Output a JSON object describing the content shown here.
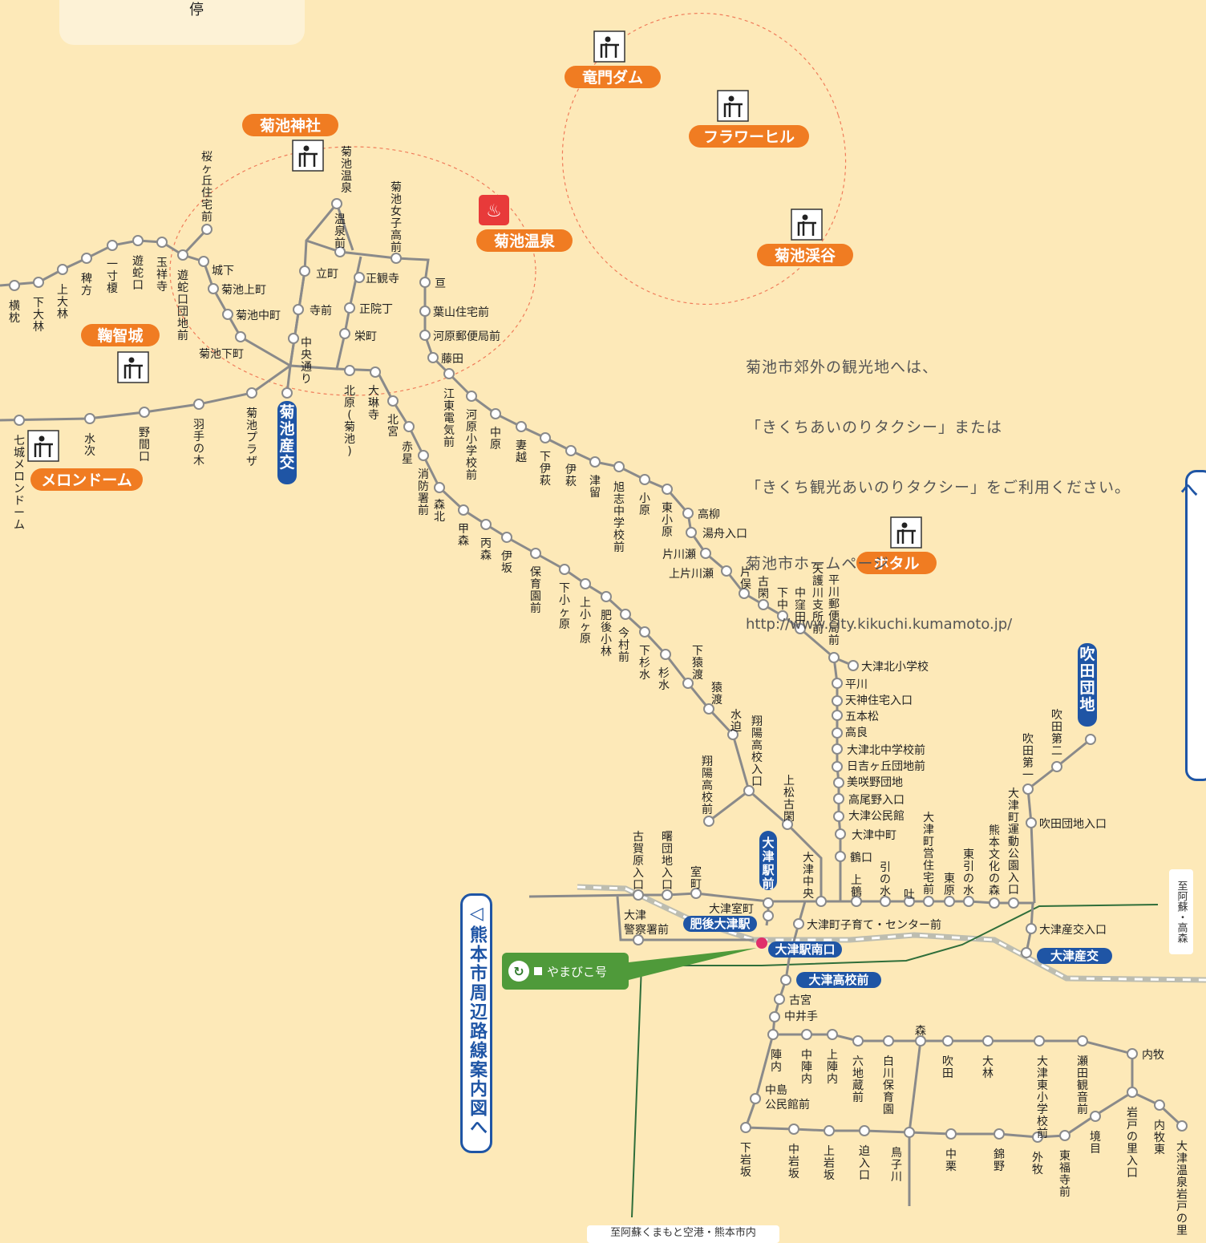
{
  "legend": {
    "text": "エリアの最終バス停"
  },
  "info": {
    "lines": [
      "菊池市郊外の観光地へは、",
      "「きくちあいのりタクシー」または",
      "「きくち観光あいのりタクシー」をご利用ください。"
    ],
    "homepage_label": "菊池市ホームページ",
    "homepage_url": "http://www.city.kikuchi.kumamoto.jp/"
  },
  "nav": {
    "minami_aso": "▷南阿蘇・高森地区路線案内図へ",
    "kumamoto_city": "◁熊本市周辺路線案内図へ"
  },
  "yamabiko": {
    "label": "やまびこ号"
  },
  "to_aso_bottom": "至阿蘇くまもと空港・熊本市内",
  "to_aso_side": "至阿蘇・高森",
  "colors": {
    "background": "#fde9b8",
    "tourist_label": "#f07c22",
    "terminal_label": "#1f55a5",
    "route_line": "#888888",
    "railway_line": "#2f6e3a",
    "yamabiko": "#4f9a3a",
    "stop_fill": "#ffffff",
    "highlight_stop": "#e0306a"
  },
  "tourist_spots": [
    {
      "id": "kikuchi-jinja",
      "name": "菊池神社",
      "icon": "viewpoint-icon"
    },
    {
      "id": "kikuchi-onsen",
      "name": "菊池温泉",
      "icon": "hot-spring-icon"
    },
    {
      "id": "kikuchijo",
      "name": "鞠智城",
      "icon": "viewpoint-icon"
    },
    {
      "id": "melon-dome",
      "name": "メロンドーム",
      "icon": "viewpoint-icon"
    },
    {
      "id": "tatsumon-dam",
      "name": "竜門ダム",
      "icon": "viewpoint-icon"
    },
    {
      "id": "flower-hill",
      "name": "フラワーヒル",
      "icon": "viewpoint-icon"
    },
    {
      "id": "kikuchi-keikoku",
      "name": "菊池渓谷",
      "icon": "viewpoint-icon"
    },
    {
      "id": "hotaru",
      "name": "ホタル",
      "icon": "viewpoint-icon"
    }
  ],
  "terminals": [
    {
      "id": "kikuchi-sanko",
      "name": "菊池産交"
    },
    {
      "id": "ozu-ekimae",
      "name": "大津駅前"
    },
    {
      "id": "higo-ozu-eki",
      "name": "肥後大津駅"
    },
    {
      "id": "ozu-eki-minamiguchi",
      "name": "大津駅南口"
    },
    {
      "id": "ozu-koko-mae",
      "name": "大津高校前"
    },
    {
      "id": "ozu-sanko",
      "name": "大津産交"
    },
    {
      "id": "fukita-danchi",
      "name": "吹田団地"
    }
  ],
  "stops": {
    "horizontal": [
      "立町",
      "寺前",
      "正観寺",
      "正院丁",
      "栄町",
      "亘",
      "葉山住宅前",
      "河原郵便局前",
      "藤田",
      "城下",
      "菊池上町",
      "菊池中町",
      "菊池下町",
      "高柳",
      "湯舟入口",
      "片川瀬",
      "上片川瀬",
      "大津北小学校",
      "平川",
      "天神住宅入口",
      "五本松",
      "高良",
      "大津北中学校前",
      "日吉ヶ丘団地前",
      "美咲野団地",
      "高尾野入口",
      "大津公民館",
      "大津中町",
      "鶴口",
      "吹田団地入口",
      "大津室町",
      "大津警察署前",
      "大津町子育て・センター前",
      "古宮",
      "中井手",
      "中島公民館前",
      "内牧",
      "大津産交入口"
    ],
    "vertical": [
      "横枕",
      "下大林",
      "上大林",
      "稗方",
      "一寸榎",
      "遊蛇口",
      "玉祥寺",
      "遊蛇口団地前",
      "桜ヶ丘住宅前",
      "菊池温泉",
      "温泉前",
      "菊池女子高前",
      "中央通り",
      "北原(菊池)",
      "大琳寺",
      "北宮",
      "赤星",
      "消防署前",
      "森北",
      "江東電気前",
      "河原小学校前",
      "中原",
      "妻越",
      "下伊萩",
      "伊萩",
      "津留",
      "旭志中学校前",
      "小原",
      "東小原",
      "甲森",
      "丙森",
      "伊坂",
      "保育園前",
      "下小ヶ原",
      "上小ヶ原",
      "肥後小林",
      "今村前",
      "下杉水",
      "杉水",
      "下猿渡",
      "猿渡",
      "水迫",
      "翔陽高校入口",
      "翔陽高校前",
      "上松古閑",
      "片俣",
      "古閑",
      "下中",
      "中窪田",
      "矢護川支所前",
      "平川郵便局前",
      "七城メロンドーム",
      "水次",
      "野間口",
      "羽手の木",
      "菊池プラザ",
      "古賀原入口",
      "曙団地入口",
      "室町",
      "大津中央",
      "上鶴",
      "引の水",
      "吐",
      "大津町営住宅前",
      "東原",
      "東引の水",
      "熊本文化の森",
      "大津町運動公園入口",
      "吹田第一",
      "吹田第二",
      "陣内",
      "中陣内",
      "上陣内",
      "六地蔵前",
      "白川保育園",
      "森",
      "吹田",
      "大林",
      "大津東小学校前",
      "瀬田観音前",
      "下岩坂",
      "中岩坂",
      "上岩坂",
      "迫入口",
      "鳥子川",
      "中栗",
      "錦野",
      "外牧",
      "東福寺前",
      "境目",
      "岩戸の里入口",
      "内牧東",
      "大津温泉岩戸の里"
    ]
  }
}
